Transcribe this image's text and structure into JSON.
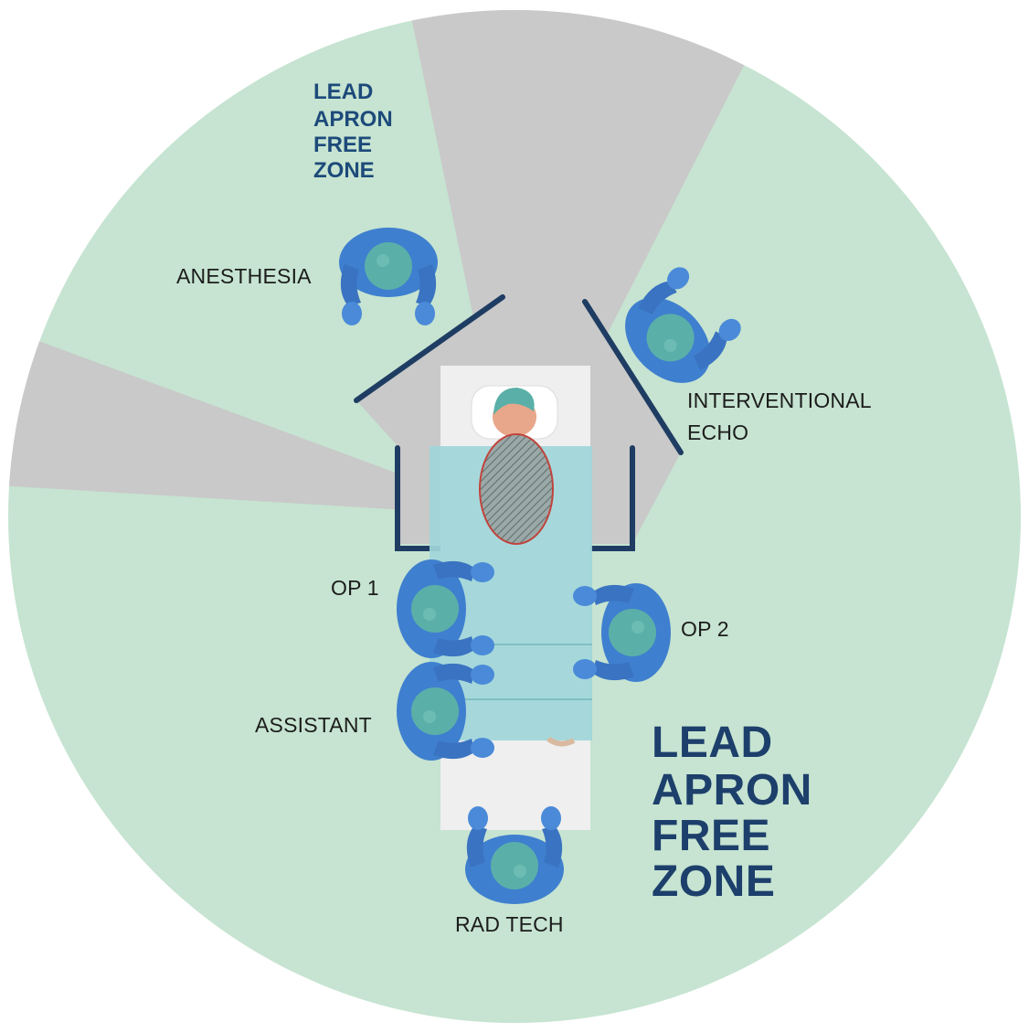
{
  "colors": {
    "zone_green": "#c6e4d1",
    "exposure_gray": "#c9c9c9",
    "shield_navy": "#1f3d63",
    "staff_blue": "#3f7fcf",
    "cap_teal": "#5ab0a8",
    "drape_teal": "#9fd6d9",
    "heart_red": "#c0443c"
  },
  "zone_label_small": [
    "LEAD",
    "APRON",
    "FREE",
    "ZONE"
  ],
  "zone_label_large": [
    "LEAD",
    "APRON",
    "FREE",
    "ZONE"
  ],
  "roles": {
    "anesthesia": "ANESTHESIA",
    "echo_line1": "INTERVENTIONAL",
    "echo_line2": "ECHO",
    "op1": "OP 1",
    "op2": "OP 2",
    "assistant": "ASSISTANT",
    "rad_tech": "RAD TECH"
  },
  "icons": {
    "staff": "person-top-view-icon",
    "patient": "patient-on-table-icon",
    "heart": "heart-icon"
  }
}
